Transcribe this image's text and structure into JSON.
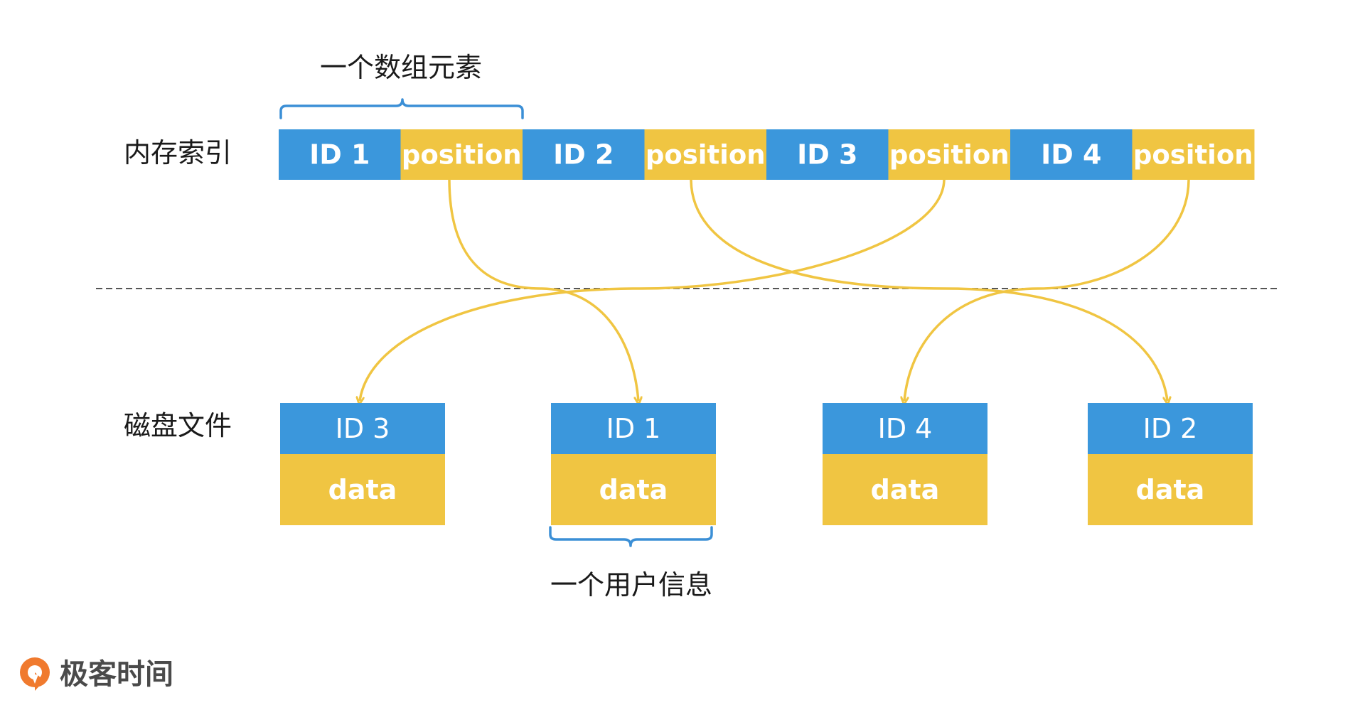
{
  "labels": {
    "array_element": "一个数组元素",
    "memory_index": "内存索引",
    "disk_file": "磁盘文件",
    "user_info": "一个用户信息"
  },
  "memory_cells": [
    {
      "text": "ID 1",
      "kind": "id"
    },
    {
      "text": "position",
      "kind": "position"
    },
    {
      "text": "ID 2",
      "kind": "id"
    },
    {
      "text": "position",
      "kind": "position"
    },
    {
      "text": "ID 3",
      "kind": "id"
    },
    {
      "text": "position",
      "kind": "position"
    },
    {
      "text": "ID 4",
      "kind": "id"
    },
    {
      "text": "position",
      "kind": "position"
    }
  ],
  "disk_records": [
    {
      "id": "ID 3",
      "data": "data"
    },
    {
      "id": "ID 1",
      "data": "data"
    },
    {
      "id": "ID 4",
      "data": "data"
    },
    {
      "id": "ID 2",
      "data": "data"
    }
  ],
  "logo": {
    "text": "极客时间"
  },
  "colors": {
    "id_blue": "#3b97dc",
    "position_yellow": "#f0c542",
    "arrow_yellow": "#f0c542",
    "brace_blue": "#3b8fd6",
    "logo_orange": "#f07a2e",
    "logo_text": "#4a4a4a"
  }
}
